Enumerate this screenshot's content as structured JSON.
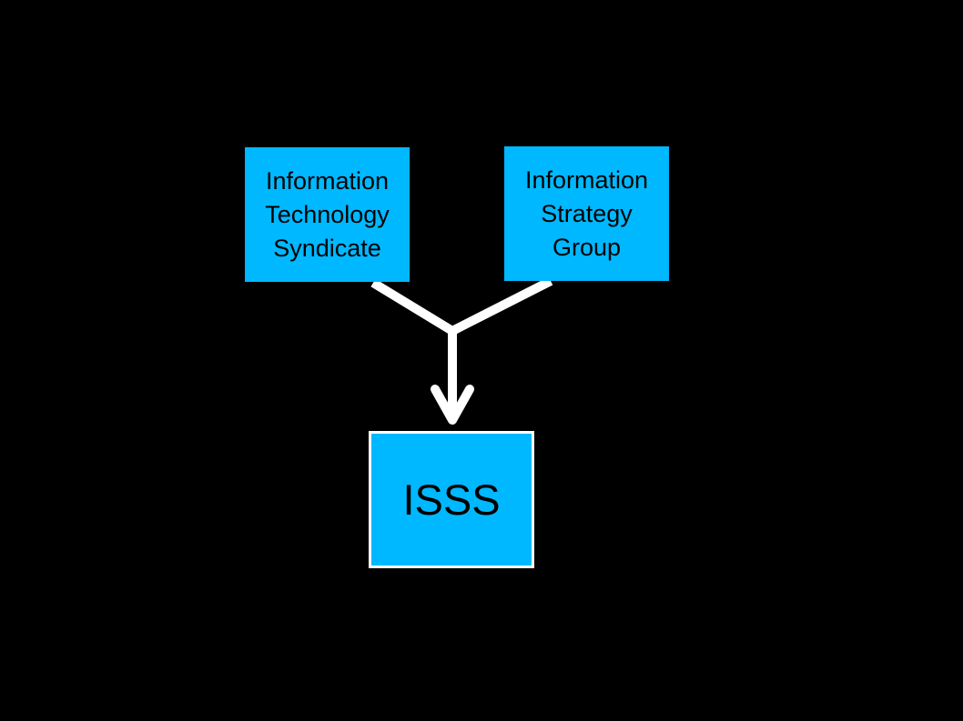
{
  "diagram": {
    "background_color": "#000000",
    "node_color": "#00b8ff",
    "connector_color": "#ffffff",
    "nodes": [
      {
        "id": "its",
        "label": "Information\nTechnology\nSyndicate"
      },
      {
        "id": "isg",
        "label": "Information\nStrategy\nGroup"
      },
      {
        "id": "isss",
        "label": "ISSS"
      }
    ],
    "edges": [
      {
        "from": "its",
        "to": "isss"
      },
      {
        "from": "isg",
        "to": "isss"
      }
    ]
  }
}
